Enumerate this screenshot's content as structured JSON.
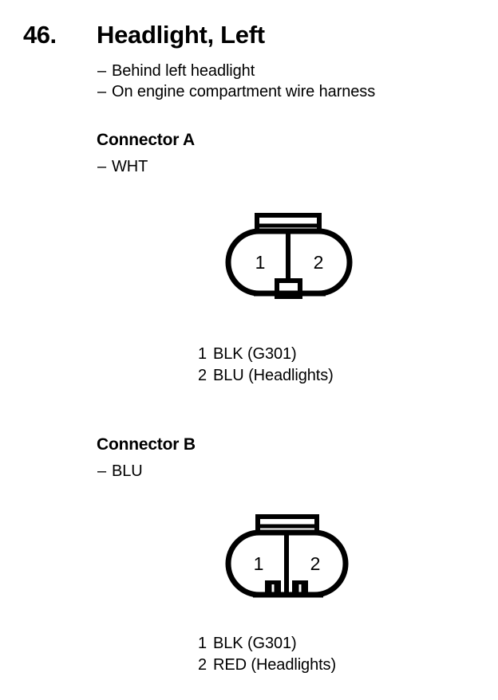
{
  "page": {
    "item_number": "46.",
    "title": "Headlight, Left",
    "background_color": "#ffffff",
    "text_color": "#000000"
  },
  "location_notes": [
    {
      "dash": "–",
      "text": "Behind left headlight"
    },
    {
      "dash": "–",
      "text": "On engine compartment wire harness"
    }
  ],
  "connectors": [
    {
      "heading": "Connector A",
      "color_dash": "–",
      "color_label": "WHT",
      "diagram": {
        "type": "two-cavity-stadium-connector",
        "cavity_labels": [
          "1",
          "2"
        ],
        "bottom_feature": "single-center-square-notch"
      },
      "pins": [
        {
          "number": "1",
          "label": "BLK (G301)"
        },
        {
          "number": "2",
          "label": "BLU (Headlights)"
        }
      ]
    },
    {
      "heading": "Connector B",
      "color_dash": "–",
      "color_label": "BLU",
      "diagram": {
        "type": "two-cavity-stadium-connector",
        "cavity_labels": [
          "1",
          "2"
        ],
        "bottom_feature": "two-slotted-tabs"
      },
      "pins": [
        {
          "number": "1",
          "label": "BLK (G301)"
        },
        {
          "number": "2",
          "label": "RED (Headlights)"
        }
      ]
    }
  ]
}
